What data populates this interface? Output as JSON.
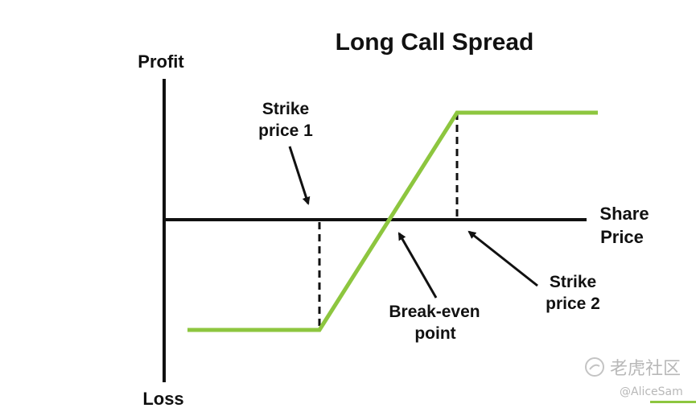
{
  "diagram": {
    "title": "Long Call Spread",
    "y_axis": {
      "top_label": "Profit",
      "bottom_label": "Loss"
    },
    "x_axis": {
      "label_line1": "Share",
      "label_line2": "Price"
    },
    "annotations": {
      "strike1": {
        "line1": "Strike",
        "line2": "price 1"
      },
      "breakeven": {
        "line1": "Break-even",
        "line2": "point"
      },
      "strike2": {
        "line1": "Strike",
        "line2": "price 2"
      }
    },
    "colors": {
      "payoff": "#8dc63f",
      "axis": "#111111",
      "text": "#111111"
    }
  },
  "watermark": {
    "site": "老虎社区",
    "user": "@AliceSam",
    "accent": "#8dc63f"
  }
}
